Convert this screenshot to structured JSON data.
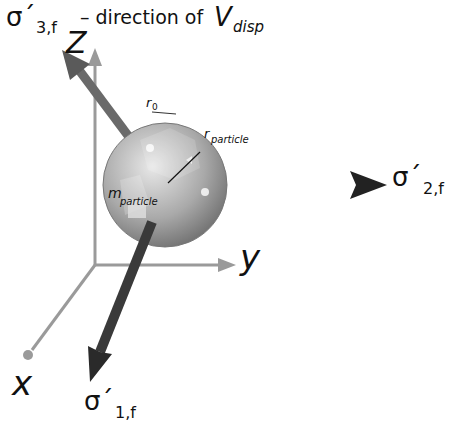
{
  "diagram": {
    "labels": [
      "σ´",
      "3,f",
      "– direction of",
      "V",
      "disp",
      "r",
      "0",
      "r",
      "particle",
      "m",
      "particle",
      "σ´",
      "2,f",
      "Z",
      "y",
      "x",
      "σ´",
      "1,f"
    ]
  }
}
